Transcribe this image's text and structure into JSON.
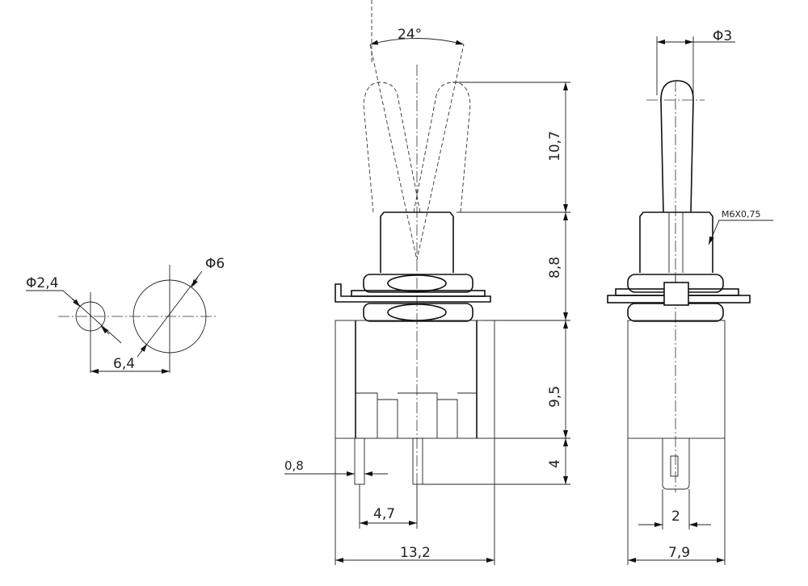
{
  "panel_cutout": {
    "hole_small": "Φ2,4",
    "hole_large": "Φ6",
    "spacing": "6,4"
  },
  "front_view": {
    "angle": "24°",
    "lever_height": "10,7",
    "bushing_height": "8,8",
    "body_height": "9,5",
    "pin_length": "4",
    "pin_width": "0,8",
    "pin_pitch": "4,7",
    "body_width": "13,2"
  },
  "side_view": {
    "lever_diameter": "Φ3",
    "thread": "M6X0,75",
    "terminal_width": "2",
    "body_depth": "7,9"
  }
}
